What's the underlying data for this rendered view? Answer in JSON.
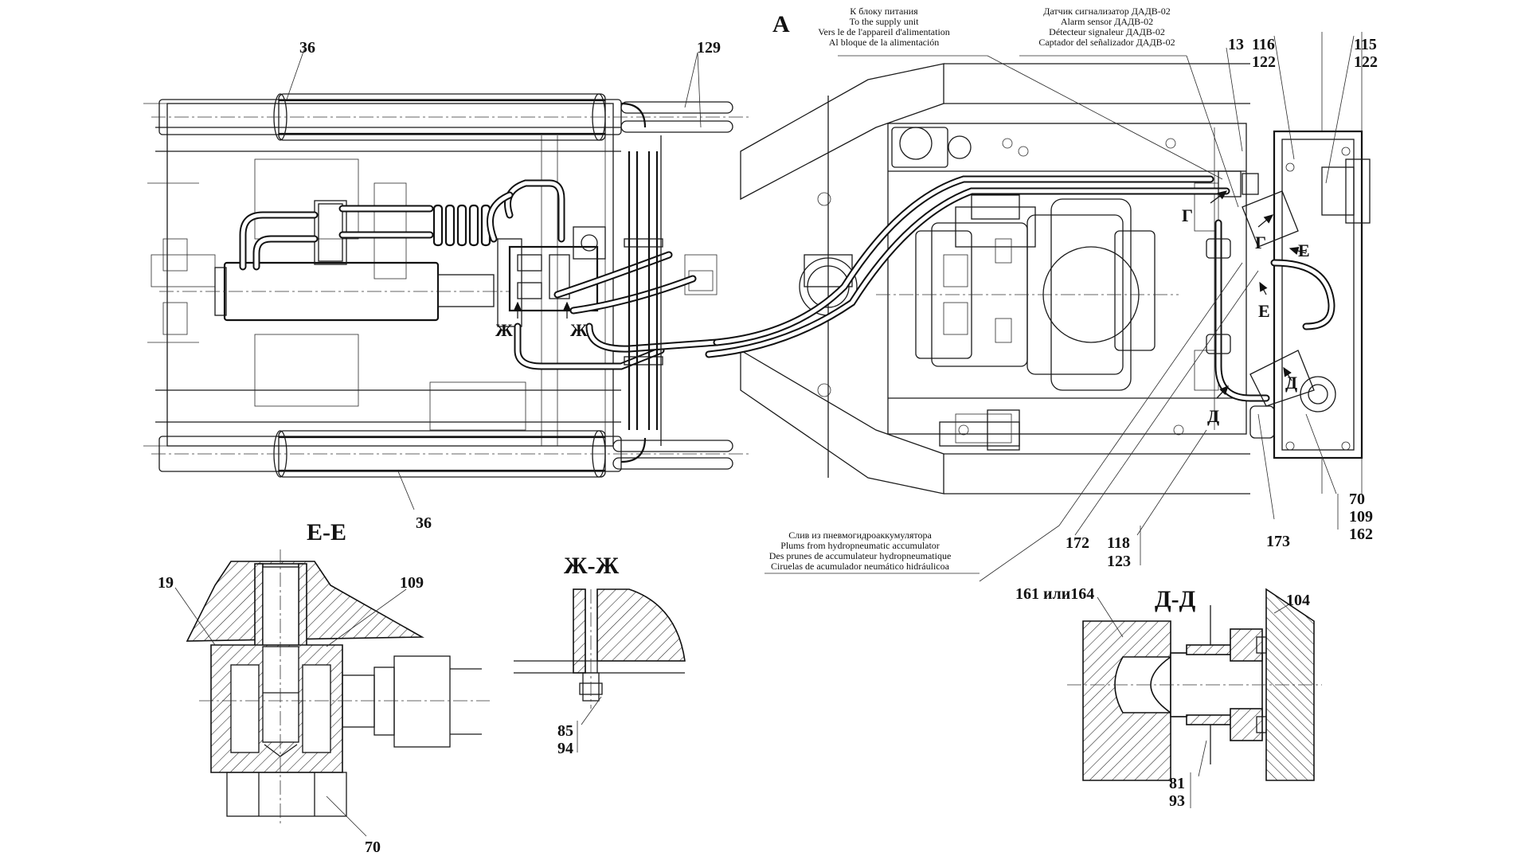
{
  "view_label": "А",
  "notes": {
    "supply": [
      "К блоку питания",
      "To the supply unit",
      "Vers le de l'appareil d'alimentation",
      "Al bloque de la alimentación"
    ],
    "alarm": [
      "Датчик сигнализатор ДАДВ-02",
      "Alarm sensor ДАДВ-02",
      "Détecteur signaleur ДАДВ-02",
      "Captador del señalizador ДАДВ-02"
    ],
    "drain": [
      "Слив из пневмогидроаккумулятора",
      "Plums from hydropneumatic accumulator",
      "Des prunes de  accumulateur hydropneumatique",
      "Ciruelas de acumulador neumático hidráulicoa"
    ]
  },
  "callouts": {
    "c36_top": "36",
    "c129": "129",
    "c36_bottom": "36",
    "c13": "13",
    "c116": "116",
    "c122_a": "122",
    "c115": "115",
    "c122_b": "122",
    "c172": "172",
    "c118": "118",
    "c123": "123",
    "c173": "173",
    "c70_a": "70",
    "c109_a": "109",
    "c162": "162",
    "c19": "19",
    "c109_b": "109",
    "c70_b": "70",
    "c85": "85",
    "c94": "94",
    "c161": "161 или164",
    "c104": "104",
    "c81": "81",
    "c93": "93"
  },
  "section_marks": {
    "zh1": "Ж",
    "zh2": "Ж",
    "g1": "Г",
    "g2": "Г",
    "e1": "Е",
    "e2": "Е",
    "d1": "Д",
    "d2": "Д"
  },
  "section_titles": {
    "ee": "Е-Е",
    "zhzh": "Ж-Ж",
    "dd": "Д-Д"
  }
}
